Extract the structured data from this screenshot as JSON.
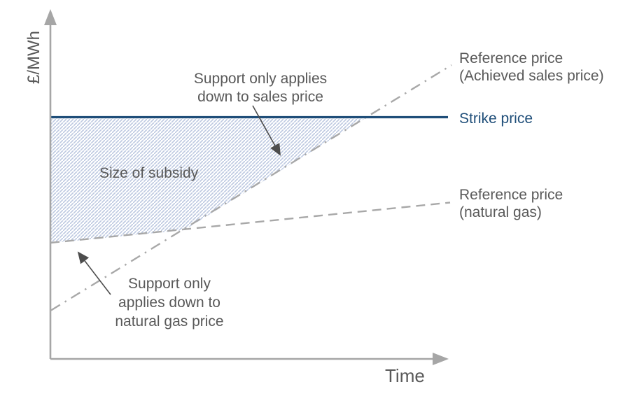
{
  "diagram": {
    "y_axis_label": "£/MWh",
    "x_axis_label": "Time",
    "series": {
      "reference_sales": {
        "label": "Reference price\n(Achieved sales price)",
        "style": "dash-dot"
      },
      "strike": {
        "label": "Strike price",
        "style": "solid"
      },
      "reference_gas": {
        "label": "Reference price\n(natural gas)",
        "style": "dashed"
      }
    },
    "annotations": {
      "subsidy_area": "Size of subsidy",
      "support_sales": "Support only applies\ndown to sales price",
      "support_gas": "Support only\napplies down to\nnatural gas price"
    },
    "colors": {
      "strike_blue": "#1f4e79",
      "line_gray": "#a8a8a8",
      "axis_gray": "#a6a6a6",
      "text_gray": "#595959",
      "hatch_blue": "#bcc8e0",
      "arrow_dark": "#4d4d4d"
    }
  }
}
